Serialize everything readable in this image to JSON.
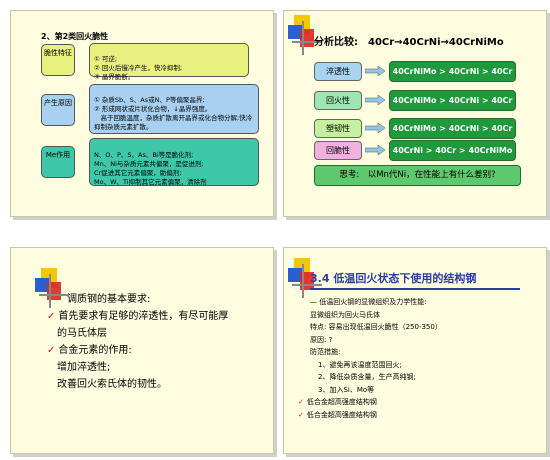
{
  "slide1": {
    "title": "2、第2类回火脆性",
    "rows": [
      {
        "label": "脆性特征",
        "text": "① 可逆;\n② 回火后慢冷产生，快冷抑制;\n③ 晶界脆断。"
      },
      {
        "label": "产生原因",
        "text": "① 杂质Sb、S、As或N、P等偏聚晶界;\n② 形成网状或片状化合物，↓晶界强度。\n　高于回脆温度，杂质扩散离开晶界或化合物分解;快冷抑制杂质元素扩散。"
      },
      {
        "label": "Me作用",
        "text": "N、O、P、S、As、Bi等是脆化剂;\nMn、Ni与杂质元素共偏聚，是促进剂;\nCr促进其它元素偏聚，助偏剂;\nMo、W、Ti抑制其它元素偏聚，清除剂"
      }
    ]
  },
  "slide2": {
    "title": "分析比较:　40Cr→40CrNi→40CrNiMo",
    "rows": [
      {
        "label": "淬透性",
        "result": "40CrNiMo > 40CrNi > 40Cr"
      },
      {
        "label": "回火性",
        "result": "40CrNiMo > 40CrNi > 40Cr"
      },
      {
        "label": "塑韧性",
        "result": "40CrNiMo > 40CrNi > 40Cr"
      },
      {
        "label": "回脆性",
        "result": "40CrNi > 40Cr > 40CrNiMo"
      }
    ],
    "question": "思考:　以Mn代Ni，在性能上有什么差别?",
    "colors": {
      "pill": [
        "#a8d4f0",
        "#9ee6b0",
        "#c4f0a0",
        "#f0b0e0"
      ],
      "result": "#1e9a3c"
    }
  },
  "slide3": {
    "heading": "调质钢的基本要求:",
    "items": [
      {
        "check": true,
        "text": "首先要求有足够的淬透性，有尽可能厚"
      },
      {
        "check": false,
        "text": "的马氏体层"
      },
      {
        "check": true,
        "text": "合金元素的作用:"
      },
      {
        "check": false,
        "text": "增加淬透性;"
      },
      {
        "check": false,
        "text": "改善回火索氏体的韧性。"
      }
    ]
  },
  "slide4": {
    "title": "3.4  低温回火状态下使用的结构钢",
    "lines": [
      {
        "indent": 1,
        "check": false,
        "text": "— 低温回火钢的显微组织及力学性能:"
      },
      {
        "indent": 1,
        "check": false,
        "text": "显微组织为回火马氏体"
      },
      {
        "indent": 1,
        "check": false,
        "text": "特点:  容易出现低温回火脆性（250-350）"
      },
      {
        "indent": 1,
        "check": false,
        "text": "原因:  ?"
      },
      {
        "indent": 1,
        "check": false,
        "text": "防范措施:"
      },
      {
        "indent": 2,
        "check": false,
        "text": "1、避免再该温度范围回火;"
      },
      {
        "indent": 2,
        "check": false,
        "text": "2、降低杂质含量，生产高纯钢;"
      },
      {
        "indent": 2,
        "check": false,
        "text": "3、加入Si、Mo等"
      },
      {
        "indent": 0,
        "check": true,
        "text": "低合金超高强度结构钢"
      },
      {
        "indent": 0,
        "check": true,
        "text": "低合金超高强度结构钢"
      }
    ]
  }
}
